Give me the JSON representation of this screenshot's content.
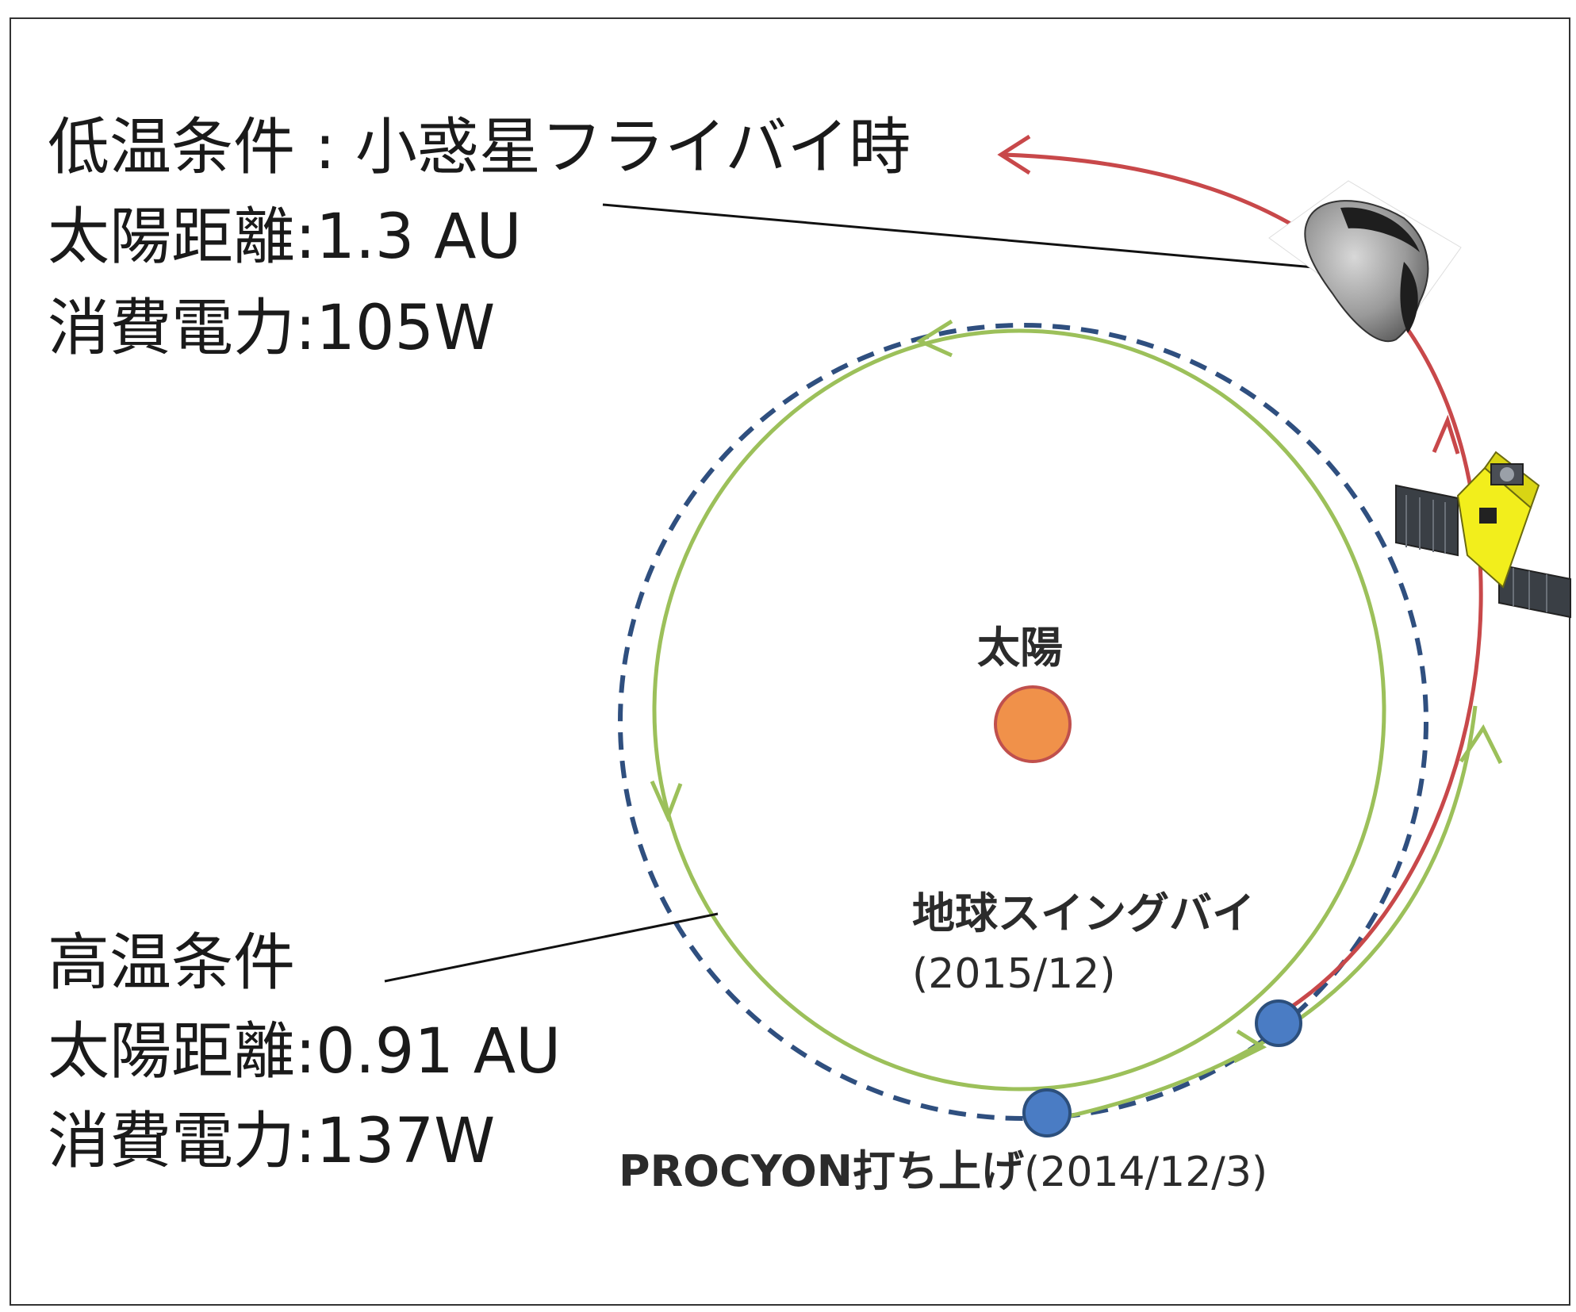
{
  "low_temp": {
    "title": "低温条件 : 小惑星フライバイ時",
    "distance": "太陽距離:1.3 AU",
    "power": "消費電力:105W"
  },
  "high_temp": {
    "title": "高温条件",
    "distance": "太陽距離:0.91 AU",
    "power": "消費電力:137W"
  },
  "sun_label": "太陽",
  "swingby": {
    "label": "地球スイングバイ",
    "date": "(2015/12)"
  },
  "launch": {
    "label": "PROCYON打ち上げ",
    "date": "(2014/12/3)"
  },
  "colors": {
    "earth_orbit": "#2f4f7f",
    "transfer_orbit": "#9cc05a",
    "flyby_path": "#c8484a",
    "sun_fill": "#f0914a",
    "sun_stroke": "#c0504d",
    "earth_fill": "#4a7cc4",
    "earth_stroke": "#2c4f7c",
    "spacecraft_body": "#f2ee1c"
  },
  "icons": {
    "asteroid": "asteroid-image",
    "spacecraft": "procyon-spacecraft-image"
  }
}
